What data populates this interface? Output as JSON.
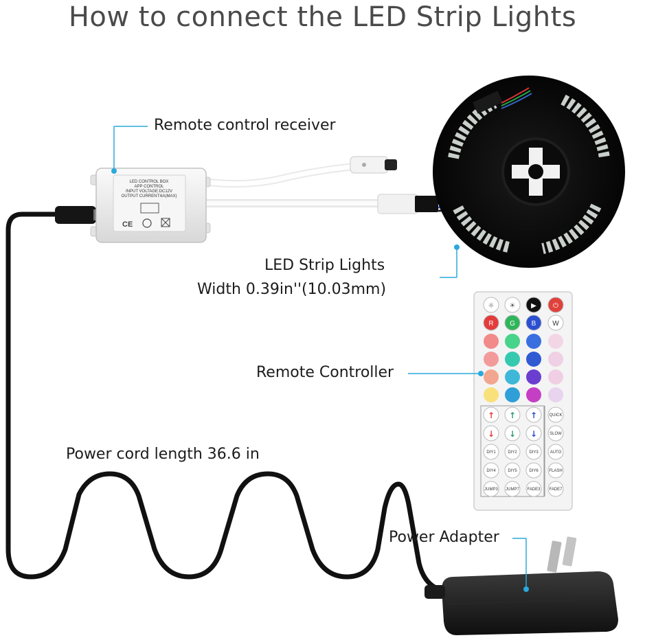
{
  "title": "How to connect the LED Strip Lights",
  "labels": {
    "receiver": "Remote control receiver",
    "strip_name": "LED Strip Lights",
    "strip_width": "Width 0.39in''(10.03mm)",
    "remote": "Remote Controller",
    "cord": "Power cord length 36.6 in",
    "adapter": "Power Adapter"
  },
  "receiver_box": {
    "lines": [
      "LED CONTROL BOX",
      "APP CONTROL",
      "INPUT VOLTAGE:DC12V",
      "OUTPUT CURRENT:6A(MAX)"
    ],
    "marks": [
      "CE"
    ]
  },
  "remote_buttons": {
    "rgbw": [
      "R",
      "G",
      "B",
      "W"
    ],
    "quick": "QUICK",
    "slow": "SLOW",
    "auto": "AUTO",
    "flash": "FLASH",
    "diy": [
      "DIY1",
      "DIY2",
      "DIY3",
      "DIY4",
      "DIY5",
      "DIY6"
    ],
    "jump": [
      "JUMP3",
      "JUMP7"
    ],
    "fade": [
      "FADE3",
      "FADE7"
    ]
  },
  "colors": {
    "callout": "#2aa9dc",
    "cable": "#111111",
    "title": "#4a4a4a",
    "remote_body": "#f4f4f4",
    "color_grid": [
      [
        "#f28a8a",
        "#48d38a",
        "#3b6fe0",
        "#f3d6e6"
      ],
      [
        "#f39a9a",
        "#35c9b0",
        "#2f5ad2",
        "#f0d0e4"
      ],
      [
        "#f2a68f",
        "#3fb7d9",
        "#6a3fd0",
        "#f0cfe4"
      ],
      [
        "#f8e17a",
        "#2f9fd8",
        "#c43fc4",
        "#e8d4ee"
      ]
    ]
  },
  "icons": [
    "power-icon",
    "play-pause-icon",
    "brightness-up-icon",
    "brightness-down-icon",
    "arrow-up-icon",
    "arrow-down-icon"
  ]
}
